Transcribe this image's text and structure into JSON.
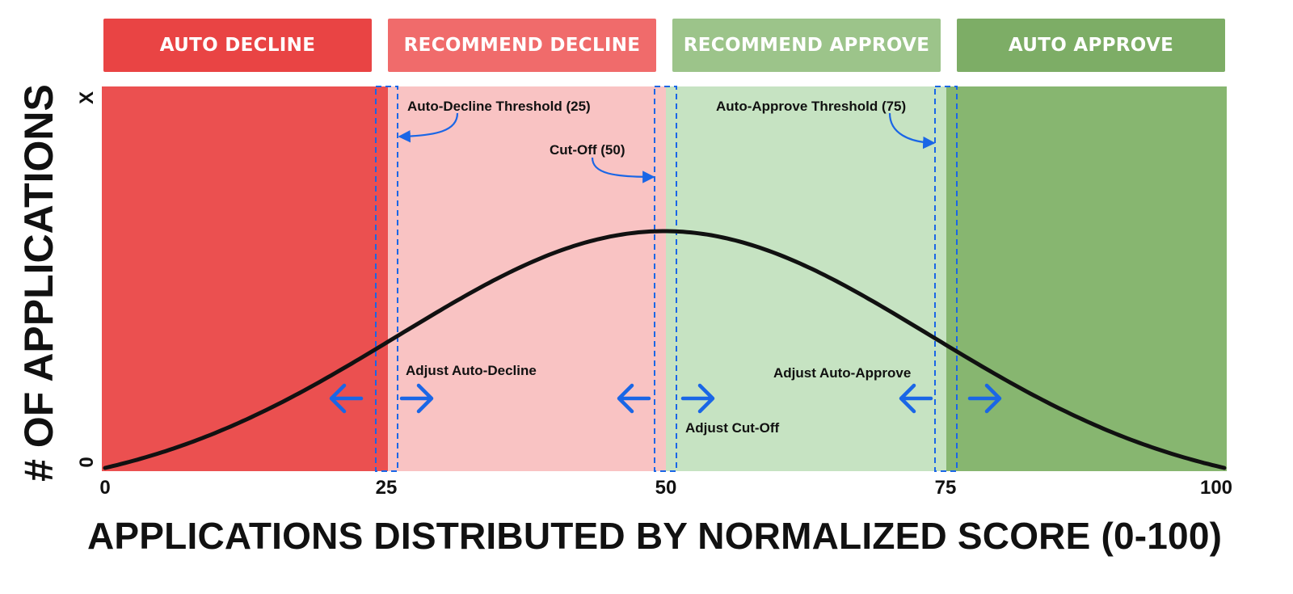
{
  "headers": [
    {
      "label": "AUTO DECLINE",
      "color": "#e94444"
    },
    {
      "label": "RECOMMEND DECLINE",
      "color": "#f06b6b"
    },
    {
      "label": "RECOMMEND APPROVE",
      "color": "#9cc48a"
    },
    {
      "label": "AUTO APPROVE",
      "color": "#7dad66"
    }
  ],
  "axes": {
    "ylabel": "# OF APPLICATIONS",
    "ytick_top": "X",
    "ytick_bottom": "0",
    "xlabel": "APPLICATIONS DISTRIBUTED BY NORMALIZED SCORE (0-100)",
    "xticks": [
      "0",
      "25",
      "50",
      "75",
      "100"
    ]
  },
  "zones": {
    "auto_decline": "#eb5050",
    "recommend_decline": "#f9c3c3",
    "recommend_approve": "#c6e3c2",
    "auto_approve": "#87b670"
  },
  "annotations": {
    "auto_decline_threshold": "Auto-Decline Threshold (25)",
    "cut_off": "Cut-Off (50)",
    "auto_approve_threshold": "Auto-Approve Threshold (75)",
    "adjust_auto_decline": "Adjust Auto-Decline",
    "adjust_cut_off": "Adjust Cut-Off",
    "adjust_auto_approve": "Adjust Auto-Approve"
  },
  "arrow_color": "#1a66e6",
  "curve_color": "#111111"
}
